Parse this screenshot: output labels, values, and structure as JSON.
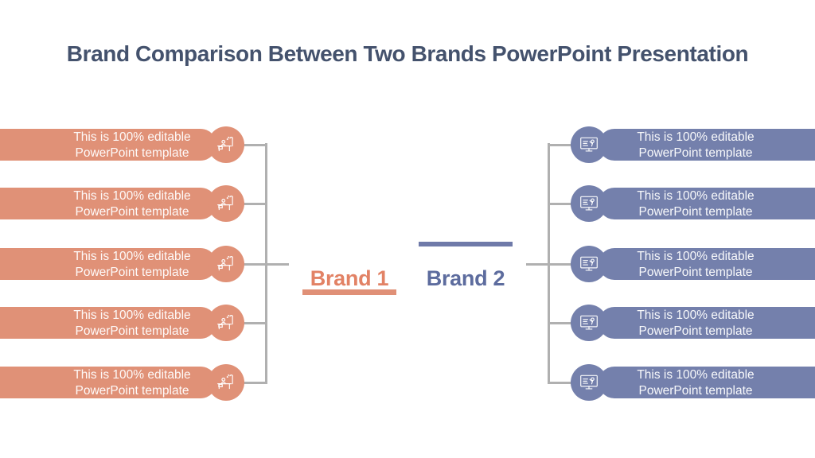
{
  "title": {
    "text": "Brand Comparison Between Two Brands PowerPoint Presentation",
    "color": "#44526d"
  },
  "brands": {
    "brand1": {
      "label": "Brand 1",
      "text_color": "#e28265",
      "line_color": "#e09077"
    },
    "brand2": {
      "label": "Brand 2",
      "text_color": "#5d6c9e",
      "line_color": "#6f7aa9"
    }
  },
  "connectors": {
    "color": "#b0b0b0"
  },
  "pills": {
    "left_color": "#e09177",
    "right_color": "#7480ac",
    "text_color": "#ffffff",
    "left": [
      {
        "line1": "This is 100% editable",
        "line2": "PowerPoint template",
        "icon": "desk-workspace-icon"
      },
      {
        "line1": "This is 100% editable",
        "line2": "PowerPoint template",
        "icon": "desk-workspace-icon"
      },
      {
        "line1": "This is 100% editable",
        "line2": "PowerPoint template",
        "icon": "desk-workspace-icon"
      },
      {
        "line1": "This is 100% editable",
        "line2": "PowerPoint template",
        "icon": "desk-workspace-icon"
      },
      {
        "line1": "This is 100% editable",
        "line2": "PowerPoint template",
        "icon": "desk-workspace-icon"
      }
    ],
    "right": [
      {
        "line1": "This is 100% editable",
        "line2": "PowerPoint template",
        "icon": "presentation-screen-icon"
      },
      {
        "line1": "This is 100% editable",
        "line2": "PowerPoint template",
        "icon": "presentation-screen-icon"
      },
      {
        "line1": "This is 100% editable",
        "line2": "PowerPoint template",
        "icon": "presentation-screen-icon"
      },
      {
        "line1": "This is 100% editable",
        "line2": "PowerPoint template",
        "icon": "presentation-screen-icon"
      },
      {
        "line1": "This is 100% editable",
        "line2": "PowerPoint template",
        "icon": "presentation-screen-icon"
      }
    ]
  }
}
